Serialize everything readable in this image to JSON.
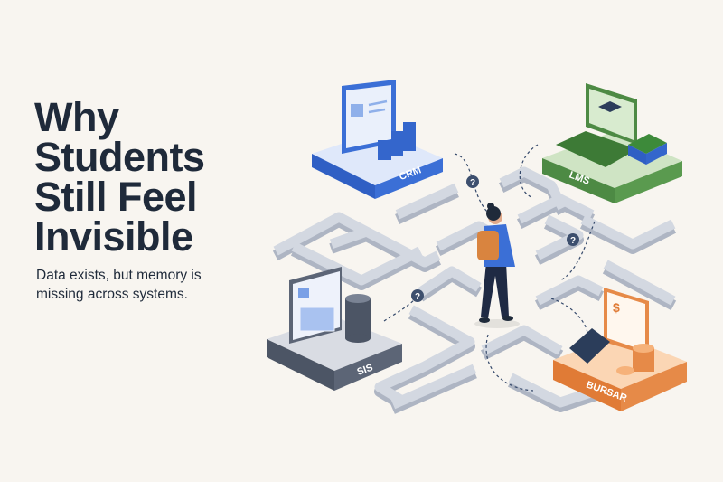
{
  "headline": {
    "lines": [
      "Why",
      "Students",
      "Still Feel",
      "Invisible"
    ]
  },
  "subtitle": "Data exists, but memory is missing across systems.",
  "systems": {
    "crm": {
      "label": "CRM",
      "color": "#3b6fd6"
    },
    "lms": {
      "label": "LMS",
      "color": "#5a9a4f"
    },
    "sis": {
      "label": "SIS",
      "color": "#5c6576"
    },
    "bursar": {
      "label": "BURSAR",
      "color": "#e68a48"
    }
  },
  "icons": [
    "question-mark-icon",
    "student-figure",
    "database-icon",
    "calculator-icon",
    "coin-icon",
    "graduation-cap-icon",
    "laptop-icon",
    "books-icon",
    "profile-card-icon",
    "bar-chart-icon",
    "invoice-icon"
  ],
  "colors": {
    "background": "#f8f5f0",
    "text": "#1f2a3a",
    "maze": "#c9ced8"
  }
}
